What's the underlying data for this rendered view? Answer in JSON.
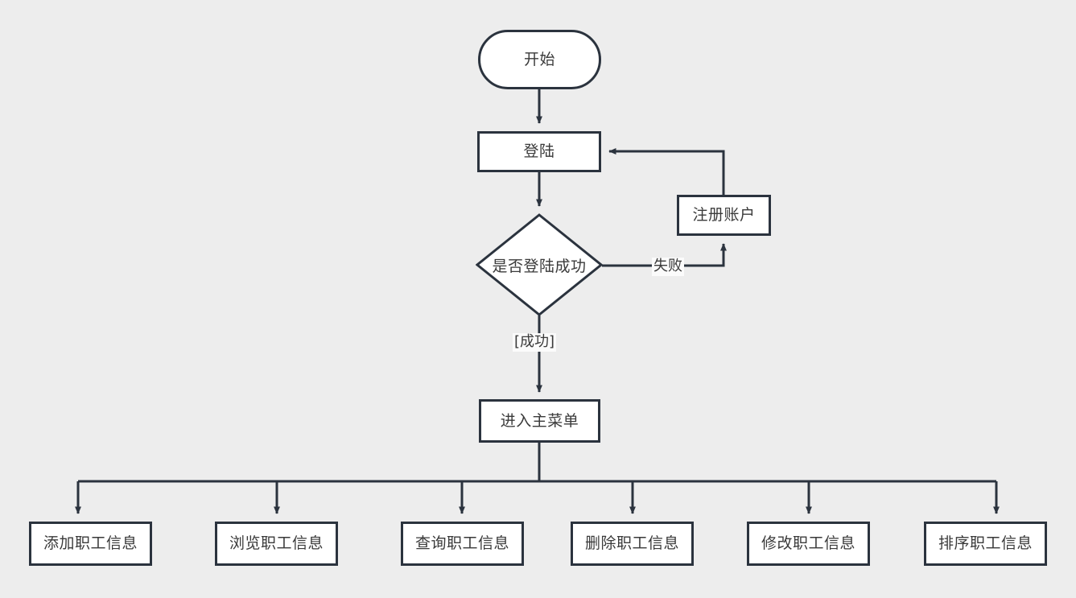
{
  "diagram": {
    "type": "flowchart",
    "title": "",
    "background_color": "#ededed",
    "stroke_color": "#2b333e",
    "node_fill": "#ffffff",
    "text_color": "#3a3a3a",
    "nodes": [
      {
        "id": "start",
        "label": "开始",
        "shape": "terminator"
      },
      {
        "id": "login",
        "label": "登陆",
        "shape": "process"
      },
      {
        "id": "decide",
        "label": "是否登陆成功",
        "shape": "decision"
      },
      {
        "id": "register",
        "label": "注册账户",
        "shape": "process"
      },
      {
        "id": "menu",
        "label": "进入主菜单",
        "shape": "process"
      },
      {
        "id": "add",
        "label": "添加职工信息",
        "shape": "process"
      },
      {
        "id": "browse",
        "label": "浏览职工信息",
        "shape": "process"
      },
      {
        "id": "query",
        "label": "查询职工信息",
        "shape": "process"
      },
      {
        "id": "delete",
        "label": "删除职工信息",
        "shape": "process"
      },
      {
        "id": "modify",
        "label": "修改职工信息",
        "shape": "process"
      },
      {
        "id": "sort",
        "label": "排序职工信息",
        "shape": "process"
      }
    ],
    "edges": [
      {
        "from": "start",
        "to": "login",
        "label": ""
      },
      {
        "from": "login",
        "to": "decide",
        "label": ""
      },
      {
        "from": "decide",
        "to": "register",
        "label": "失败"
      },
      {
        "from": "register",
        "to": "login",
        "label": ""
      },
      {
        "from": "decide",
        "to": "menu",
        "label": "[成功]"
      },
      {
        "from": "menu",
        "to": "add",
        "label": ""
      },
      {
        "from": "menu",
        "to": "browse",
        "label": ""
      },
      {
        "from": "menu",
        "to": "query",
        "label": ""
      },
      {
        "from": "menu",
        "to": "delete",
        "label": ""
      },
      {
        "from": "menu",
        "to": "modify",
        "label": ""
      },
      {
        "from": "menu",
        "to": "sort",
        "label": ""
      }
    ],
    "edge_labels": {
      "fail": "失败",
      "success": "[成功]"
    }
  }
}
